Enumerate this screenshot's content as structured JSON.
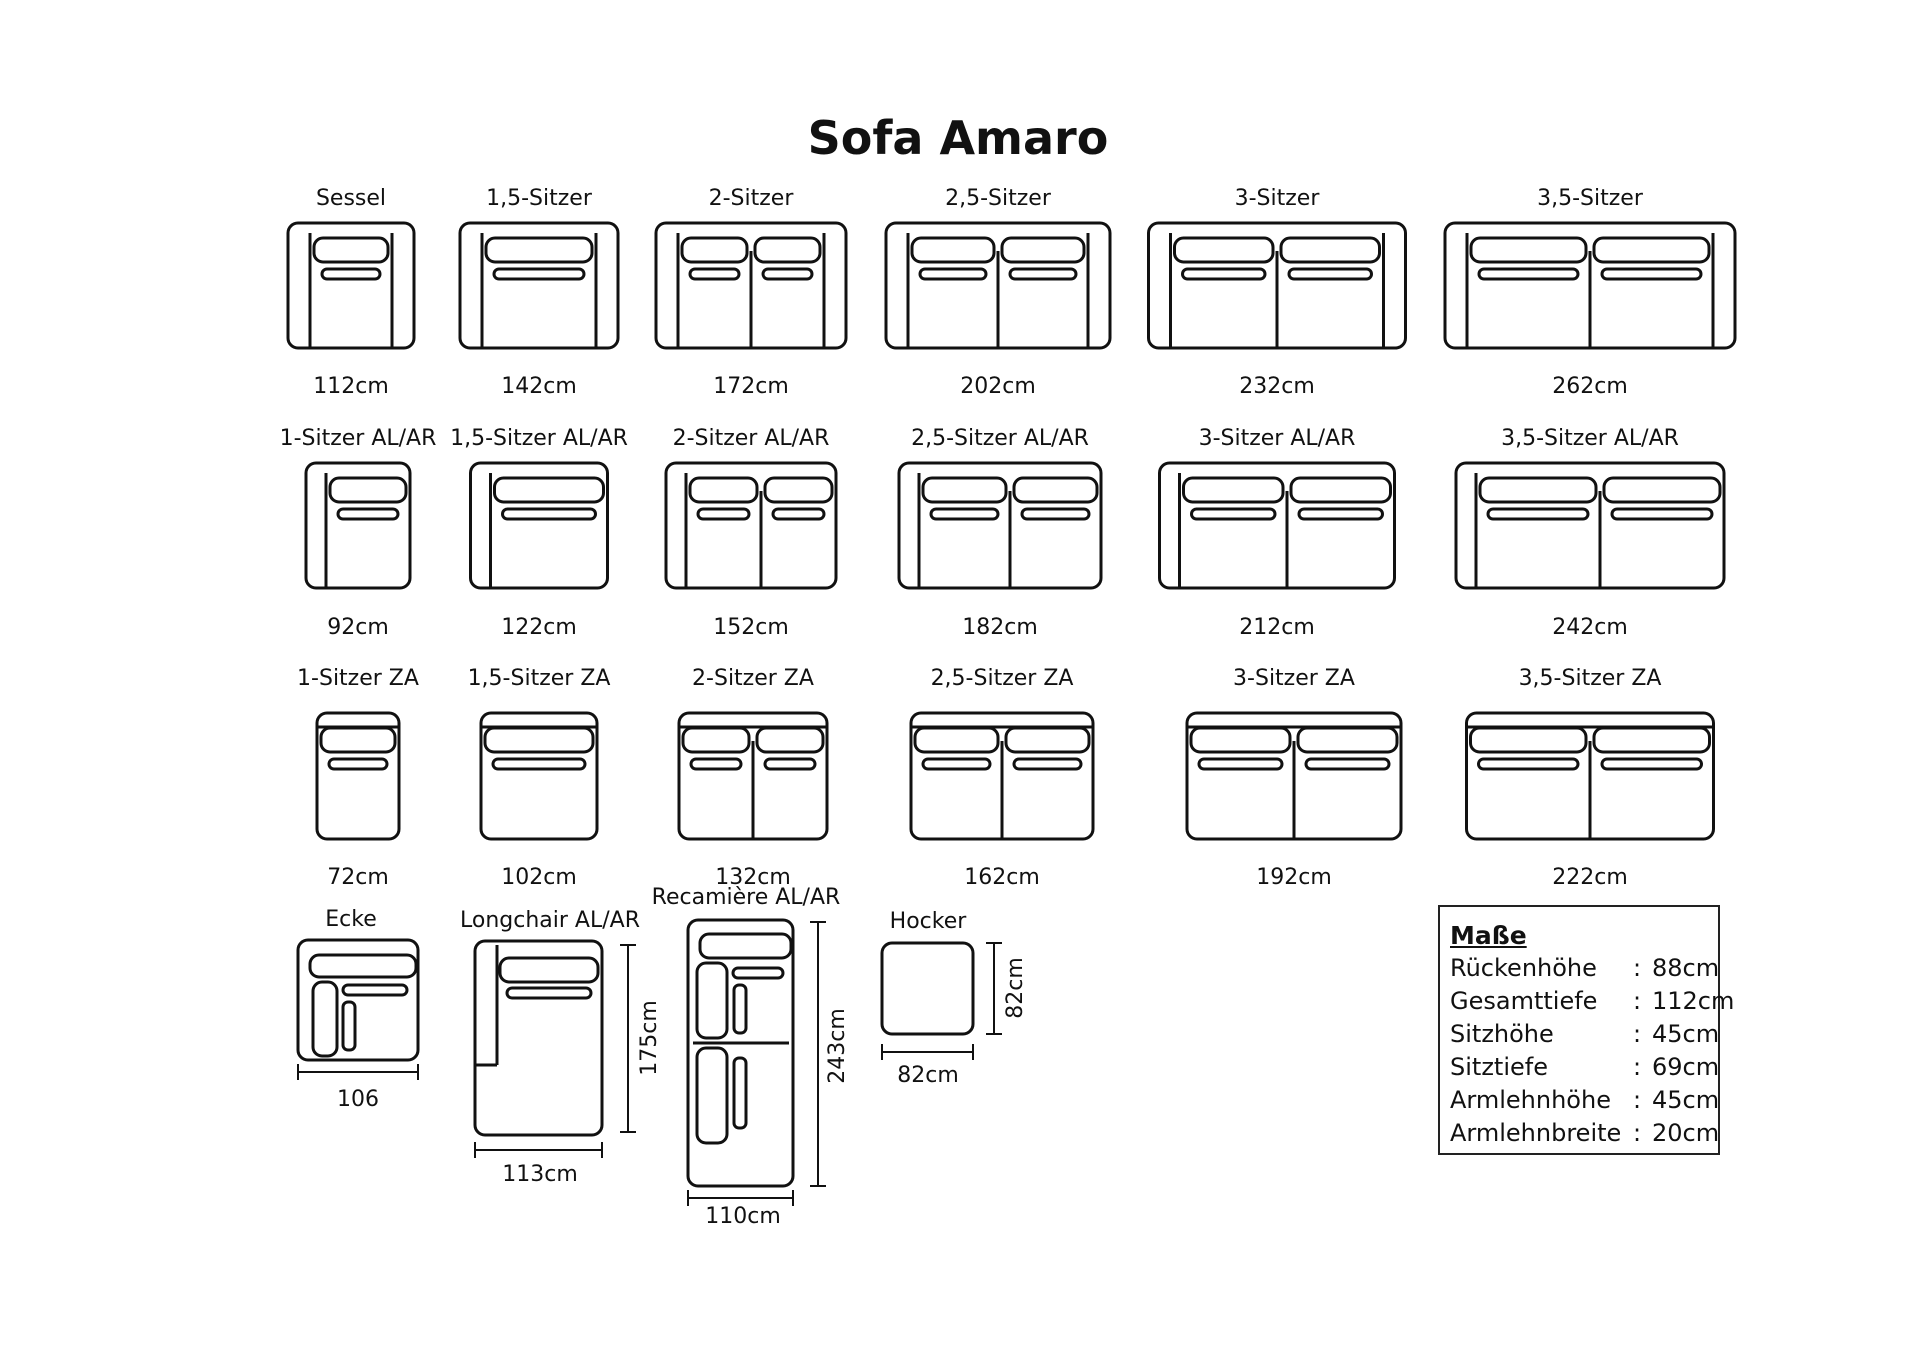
{
  "title": "Sofa Amaro",
  "rows": [
    {
      "kind": "standard",
      "items": [
        {
          "name": "Sessel",
          "width": "112cm",
          "seats": 1
        },
        {
          "name": "1,5-Sitzer",
          "width": "142cm",
          "seats": 1
        },
        {
          "name": "2-Sitzer",
          "width": "172cm",
          "seats": 2
        },
        {
          "name": "2,5-Sitzer",
          "width": "202cm",
          "seats": 2
        },
        {
          "name": "3-Sitzer",
          "width": "232cm",
          "seats": 2
        },
        {
          "name": "3,5-Sitzer",
          "width": "262cm",
          "seats": 2
        }
      ]
    },
    {
      "kind": "one-arm",
      "items": [
        {
          "name": "1-Sitzer AL/AR",
          "width": "92cm",
          "seats": 1
        },
        {
          "name": "1,5-Sitzer AL/AR",
          "width": "122cm",
          "seats": 1
        },
        {
          "name": "2-Sitzer AL/AR",
          "width": "152cm",
          "seats": 2
        },
        {
          "name": "2,5-Sitzer AL/AR",
          "width": "182cm",
          "seats": 2
        },
        {
          "name": "3-Sitzer AL/AR",
          "width": "212cm",
          "seats": 2
        },
        {
          "name": "3,5-Sitzer AL/AR",
          "width": "242cm",
          "seats": 2
        }
      ]
    },
    {
      "kind": "no-arm",
      "items": [
        {
          "name": "1-Sitzer ZA",
          "width": "72cm",
          "seats": 1
        },
        {
          "name": "1,5-Sitzer ZA",
          "width": "102cm",
          "seats": 1
        },
        {
          "name": "2-Sitzer ZA",
          "width": "132cm",
          "seats": 2
        },
        {
          "name": "2,5-Sitzer ZA",
          "width": "162cm",
          "seats": 2
        },
        {
          "name": "3-Sitzer ZA",
          "width": "192cm",
          "seats": 2
        },
        {
          "name": "3,5-Sitzer ZA",
          "width": "222cm",
          "seats": 2
        }
      ]
    }
  ],
  "specials": {
    "ecke": {
      "name": "Ecke",
      "width": "106"
    },
    "longchair": {
      "name": "Longchair AL/AR",
      "width": "113cm",
      "depth": "175cm"
    },
    "recamiere": {
      "name": "Recamière AL/AR",
      "width": "110cm",
      "depth": "243cm"
    },
    "hocker": {
      "name": "Hocker",
      "width": "82cm",
      "depth": "82cm"
    }
  },
  "legend": {
    "title": "Maße",
    "rows": [
      {
        "label": "Rückenhöhe",
        "sep": ":",
        "value": "88cm"
      },
      {
        "label": "Gesamttiefe",
        "sep": ":",
        "value": "112cm"
      },
      {
        "label": "Sitzhöhe",
        "sep": ":",
        "value": "45cm"
      },
      {
        "label": "Sitztiefe",
        "sep": ":",
        "value": "69cm"
      },
      {
        "label": "Armlehnhöhe",
        "sep": ":",
        "value": "45cm"
      },
      {
        "label": "Armlehnbreite",
        "sep": ":",
        "value": "20cm"
      }
    ]
  }
}
